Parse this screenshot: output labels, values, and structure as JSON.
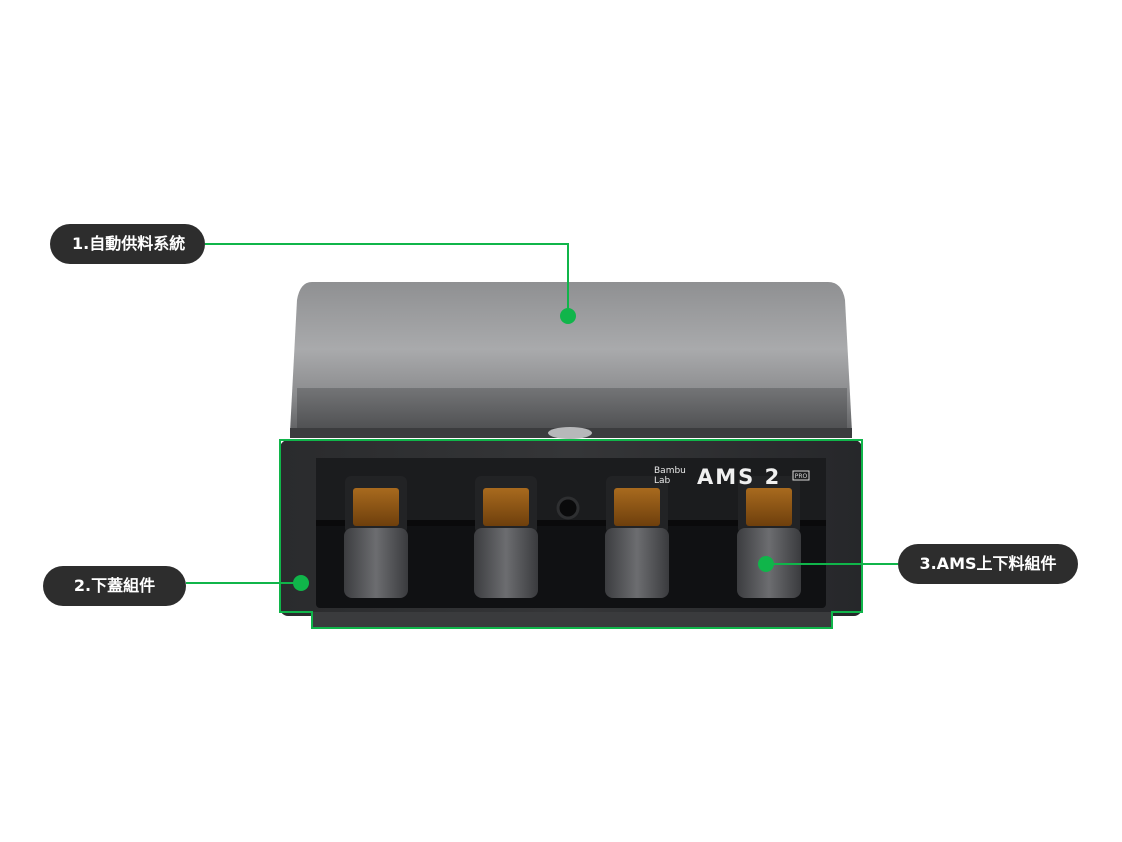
{
  "callouts": {
    "auto_feed": "1.自動供料系統",
    "bottom_cover": "2.下蓋組件",
    "feeder_assembly": "3.AMS上下料組件"
  },
  "device": {
    "brand_line1": "Bambu",
    "brand_line2": "Lab",
    "model": "AMS 2",
    "badge": "PRO"
  },
  "colors": {
    "accent": "#10b54a",
    "callout_bg": "#2d2d2d",
    "callout_text": "#ffffff"
  }
}
